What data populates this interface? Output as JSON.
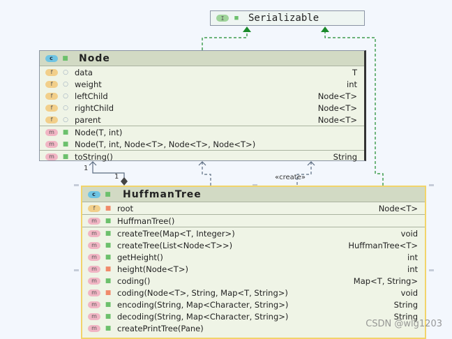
{
  "serializable": {
    "title": "Serializable",
    "kind": "I"
  },
  "node": {
    "title": "Node",
    "kind": "c",
    "fields": [
      {
        "name": "data",
        "type": "T"
      },
      {
        "name": "weight",
        "type": "int"
      },
      {
        "name": "leftChild",
        "type": "Node<T>"
      },
      {
        "name": "rightChild",
        "type": "Node<T>"
      },
      {
        "name": "parent",
        "type": "Node<T>"
      }
    ],
    "constructors": [
      {
        "name": "Node(T, int)"
      },
      {
        "name": "Node(T, int, Node<T>, Node<T>, Node<T>)"
      }
    ],
    "methods": [
      {
        "name": "toString()",
        "type": "String"
      }
    ]
  },
  "huffman": {
    "title": "HuffmanTree",
    "kind": "c",
    "fields": [
      {
        "name": "root",
        "type": "Node<T>"
      }
    ],
    "constructors": [
      {
        "name": "HuffmanTree()"
      }
    ],
    "methods": [
      {
        "name": "createTree(Map<T, Integer>)",
        "type": "void",
        "vis": "pub"
      },
      {
        "name": "createTree(List<Node<T>>)",
        "type": "HuffmanTree<T>",
        "vis": "pub"
      },
      {
        "name": "getHeight()",
        "type": "int",
        "vis": "pub"
      },
      {
        "name": "height(Node<T>)",
        "type": "int",
        "vis": "pri"
      },
      {
        "name": "coding()",
        "type": "Map<T, String>",
        "vis": "pub"
      },
      {
        "name": "coding(Node<T>, String, Map<T, String>)",
        "type": "void",
        "vis": "pri"
      },
      {
        "name": "encoding(String, Map<Character, String>)",
        "type": "String",
        "vis": "pub"
      },
      {
        "name": "decoding(String, Map<Character, String>)",
        "type": "String",
        "vis": "pub"
      },
      {
        "name": "createPrintTree(Pane)",
        "type": "",
        "vis": "pub"
      }
    ]
  },
  "labels": {
    "mult_a": "1",
    "mult_b": "1",
    "create": "«create»"
  },
  "watermark": "CSDN @wlg1203",
  "colors": {
    "realization": "#1a8a2a",
    "dependency": "#5a6b80"
  }
}
